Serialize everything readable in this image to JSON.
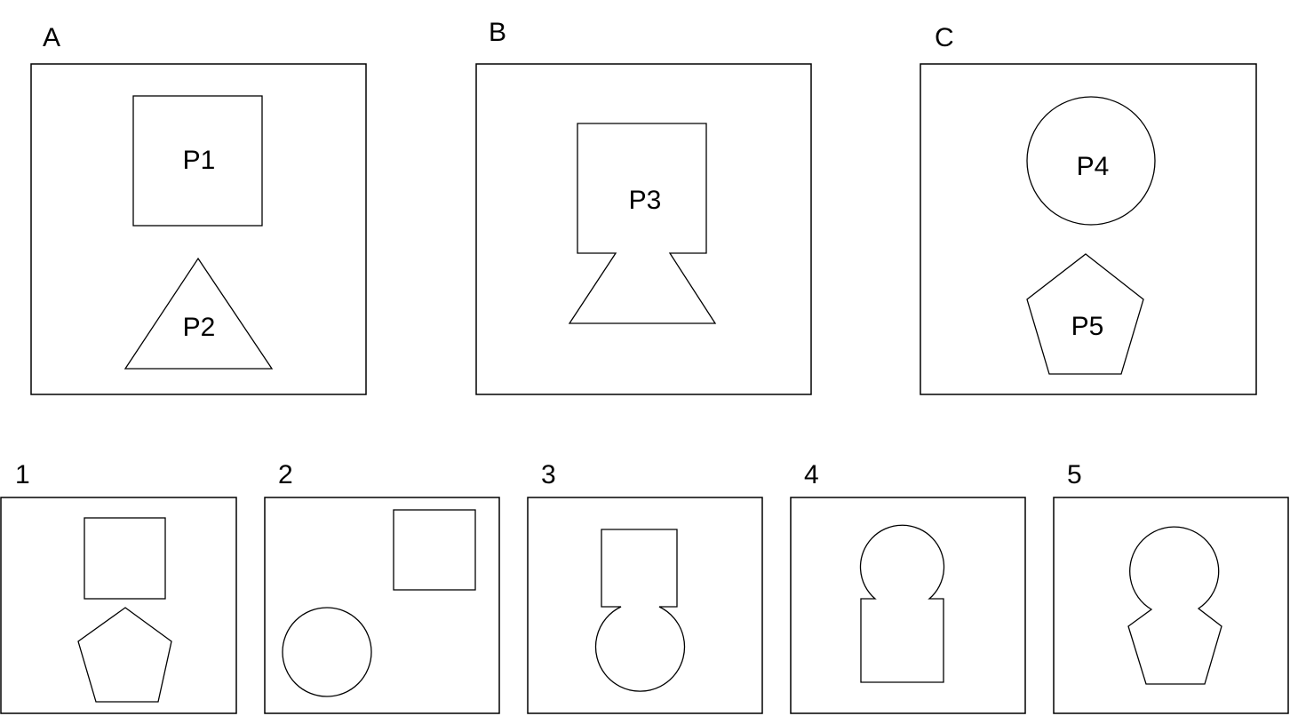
{
  "top_panels": [
    {
      "label": "A",
      "shapes": [
        {
          "type": "square",
          "text": "P1"
        },
        {
          "type": "triangle",
          "text": "P2"
        }
      ]
    },
    {
      "label": "B",
      "shapes": [
        {
          "type": "square-with-trapezoid",
          "text": "P3"
        }
      ]
    },
    {
      "label": "C",
      "shapes": [
        {
          "type": "circle",
          "text": "P4"
        },
        {
          "type": "pentagon",
          "text": "P5"
        }
      ]
    }
  ],
  "options": [
    {
      "label": "1",
      "description": "square above pentagon"
    },
    {
      "label": "2",
      "description": "square and circle apart"
    },
    {
      "label": "3",
      "description": "square merged with circle"
    },
    {
      "label": "4",
      "description": "circle merged with square"
    },
    {
      "label": "5",
      "description": "circle merged with pentagon"
    }
  ],
  "colors": {
    "stroke": "#000000",
    "background": "#ffffff"
  }
}
